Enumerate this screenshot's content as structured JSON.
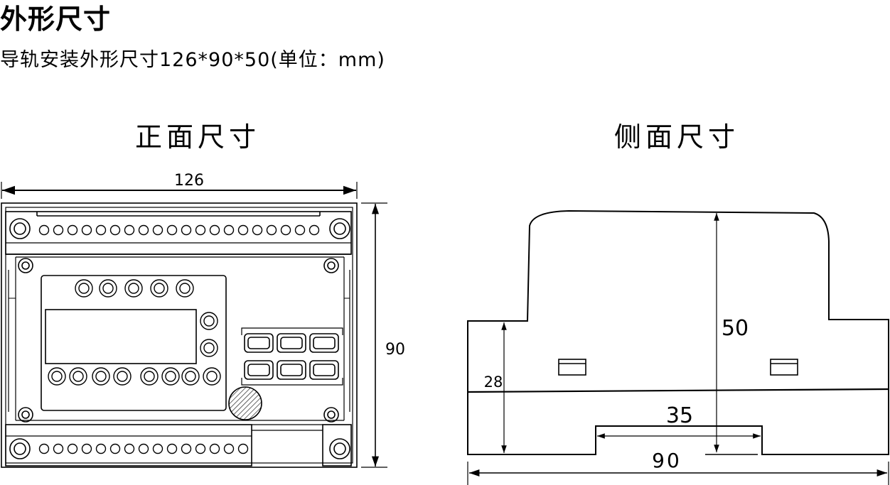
{
  "header": {
    "title": "外形尺寸",
    "subtitle": "导轨安装外形尺寸126*90*50(单位：mm)"
  },
  "front_view": {
    "label": "正面尺寸",
    "width_dim": "126",
    "height_dim": "90"
  },
  "side_view": {
    "label": "侧面尺寸",
    "depth_dim": "50",
    "rail_height_dim": "28",
    "rail_width_dim": "35",
    "width_dim": "90"
  }
}
